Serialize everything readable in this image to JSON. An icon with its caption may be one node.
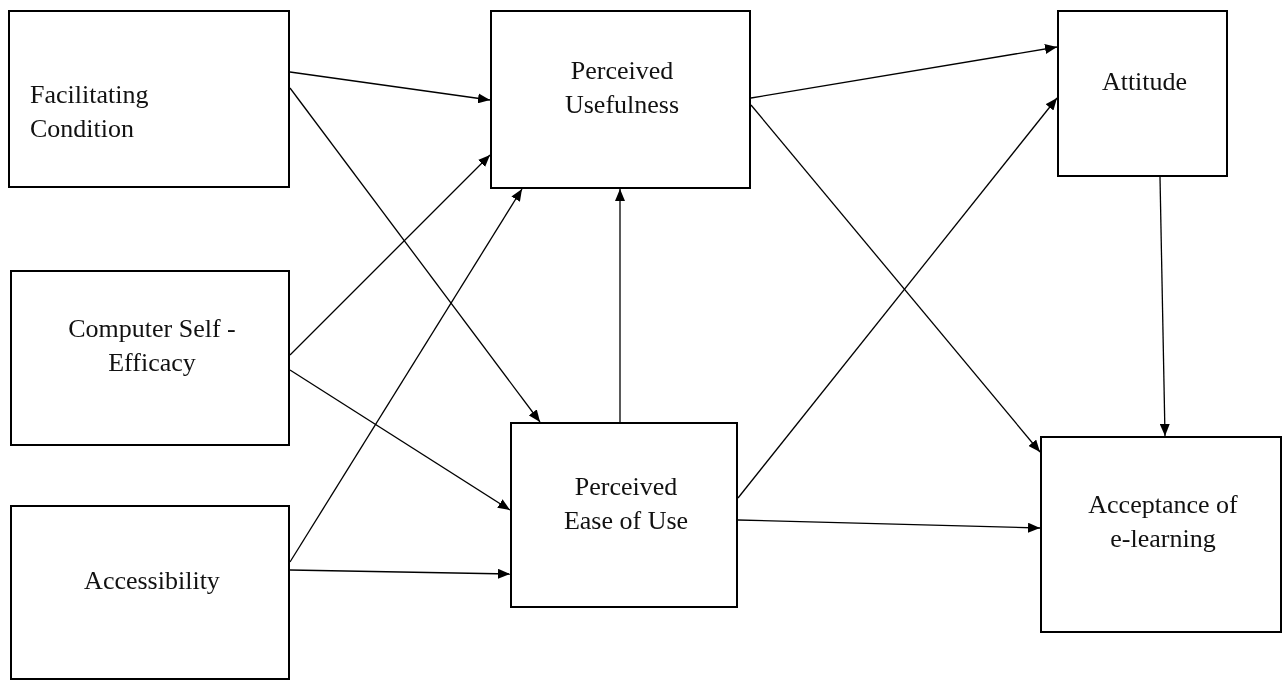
{
  "diagram": {
    "nodes": [
      {
        "text": [
          "Facilitating Condition"
        ]
      },
      {
        "text": [
          "Computer Self - Efficacy"
        ]
      },
      {
        "text": [
          "Accessibility"
        ]
      },
      {
        "text": [
          "Perceived Usefulness"
        ]
      },
      {
        "text": [
          "Perceived Ease of Use"
        ]
      },
      {
        "text": [
          "Attitude"
        ]
      },
      {
        "text": [
          "Acceptance of e-learning"
        ]
      }
    ],
    "edges": [
      {
        "from": 0,
        "to": 3,
        "arrow": "to"
      },
      {
        "from": 0,
        "to": 4,
        "arrow": "to"
      },
      {
        "from": 1,
        "to": 3,
        "arrow": "to"
      },
      {
        "from": 1,
        "to": 4,
        "arrow": "to"
      },
      {
        "from": 2,
        "to": 3,
        "arrow": "to"
      },
      {
        "from": 2,
        "to": 4,
        "arrow": "to"
      },
      {
        "from": 4,
        "to": 3,
        "arrow": "to"
      },
      {
        "from": 3,
        "to": 5,
        "arrow": "to"
      },
      {
        "from": 3,
        "to": 6,
        "arrow": "to"
      },
      {
        "from": 4,
        "to": 5,
        "arrow": "to"
      },
      {
        "from": 4,
        "to": 6,
        "arrow": "to"
      },
      {
        "from": 5,
        "to": 6,
        "arrow": "to"
      }
    ]
  }
}
